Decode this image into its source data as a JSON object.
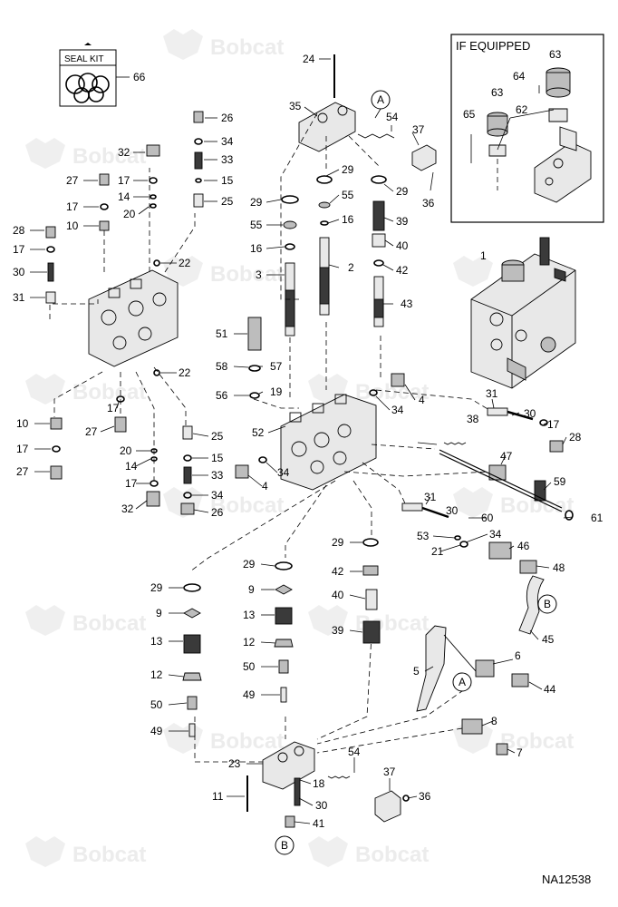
{
  "watermark": "Bobcat",
  "diagram_id": "NA12538",
  "seal_kit": {
    "title": "SEAL KIT",
    "callout": "66"
  },
  "if_equipped": {
    "title": "IF EQUIPPED",
    "callouts": [
      "63",
      "64",
      "63",
      "62",
      "65"
    ]
  },
  "reference_letters": {
    "a": "A",
    "b": "B"
  },
  "callouts": {
    "c1": "1",
    "c2": "2",
    "c3": "3",
    "c4a": "4",
    "c4b": "4",
    "c5": "5",
    "c6": "6",
    "c7": "7",
    "c8": "8",
    "c9a": "9",
    "c9b": "9",
    "c10a": "10",
    "c10b": "10",
    "c11": "11",
    "c12a": "12",
    "c12b": "12",
    "c13a": "13",
    "c13b": "13",
    "c14a": "14",
    "c14b": "14",
    "c15a": "15",
    "c15b": "15",
    "c16a": "16",
    "c16b": "16",
    "c17a": "17",
    "c17b": "17",
    "c17c": "17",
    "c17d": "17",
    "c17e": "17",
    "c17f": "17",
    "c18": "18",
    "c19": "19",
    "c20a": "20",
    "c20b": "20",
    "c21": "21",
    "c22a": "22",
    "c22b": "22",
    "c23": "23",
    "c24": "24",
    "c25a": "25",
    "c25b": "25",
    "c26a": "26",
    "c26b": "26",
    "c27a": "27",
    "c27b": "27",
    "c27c": "27",
    "c28a": "28",
    "c28b": "28",
    "c29a": "29",
    "c29b": "29",
    "c29c": "29",
    "c29d": "29",
    "c29e": "29",
    "c29f": "29",
    "c30a": "30",
    "c30b": "30",
    "c30c": "30",
    "c30d": "30",
    "c31a": "31",
    "c31b": "31",
    "c31c": "31",
    "c32a": "32",
    "c32b": "32",
    "c33a": "33",
    "c33b": "33",
    "c34a": "34",
    "c34b": "34",
    "c34c": "34",
    "c34d": "34",
    "c34e": "34",
    "c35": "35",
    "c36a": "36",
    "c36b": "36",
    "c37a": "37",
    "c37b": "37",
    "c38": "38",
    "c39a": "39",
    "c39b": "39",
    "c40a": "40",
    "c40b": "40",
    "c41": "41",
    "c42a": "42",
    "c42b": "42",
    "c43": "43",
    "c44": "44",
    "c45": "45",
    "c46": "46",
    "c47": "47",
    "c48": "48",
    "c49a": "49",
    "c49b": "49",
    "c50a": "50",
    "c50b": "50",
    "c51": "51",
    "c52": "52",
    "c53": "53",
    "c54a": "54",
    "c54b": "54",
    "c55a": "55",
    "c55b": "55",
    "c56": "56",
    "c57": "57",
    "c58": "58",
    "c59": "59",
    "c60": "60",
    "c61": "61"
  }
}
